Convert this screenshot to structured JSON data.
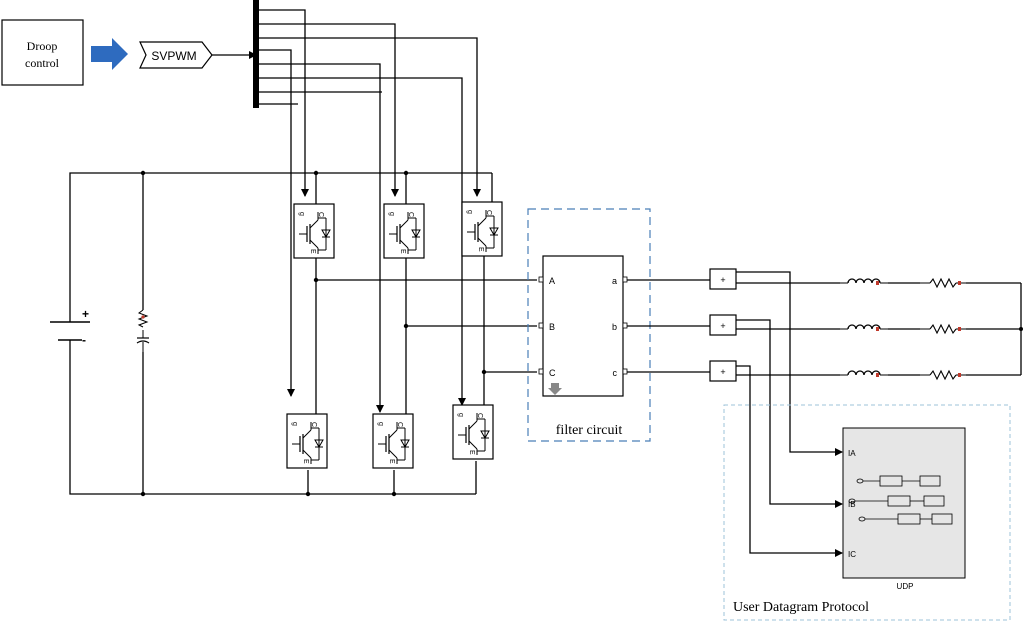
{
  "blocks": {
    "droop": {
      "line1": "Droop",
      "line2": "control"
    },
    "svpwm": {
      "label": "SVPWM"
    },
    "filter": {
      "caption": "filter circuit",
      "inputs": [
        "A",
        "B",
        "C"
      ],
      "outputs": [
        "a",
        "b",
        "c"
      ]
    },
    "sum_sign": "+",
    "dc_source": {
      "plus": "+",
      "minus": "-"
    },
    "switch_pins": {
      "gate": "g",
      "collector": "C",
      "emitter": "E"
    },
    "udp": {
      "name": "UDP",
      "caption": "User Datagram Protocol",
      "inputs": [
        "IA",
        "IB",
        "IC"
      ]
    }
  },
  "colors": {
    "arrow": "#2e6bbf",
    "dashed_filter": "#4a7fb8",
    "dashed_udp": "#9ec3d9",
    "port_red": "#c0392b"
  },
  "icons": [
    "arrow-right-icon",
    "igbt-icon",
    "inductor-icon",
    "resistor-icon",
    "dc-source-icon",
    "capacitor-icon"
  ]
}
